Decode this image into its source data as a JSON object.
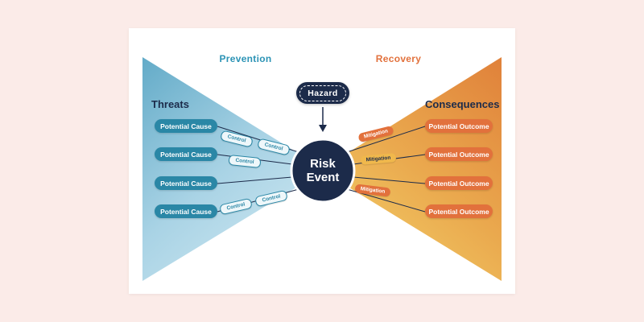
{
  "colors": {
    "background": "#fbebe8",
    "card": "#ffffff",
    "navy": "#1c2b4a",
    "teal": "#2a87a6",
    "wing_blue_start": "#63abc8",
    "wing_blue_end": "#cde7f1",
    "orange": "#e2713c",
    "yellow": "#f0b84c",
    "wing_orange_start": "#e0813a",
    "wing_orange_end": "#f2cc66"
  },
  "diagram": {
    "prevention_label": "Prevention",
    "recovery_label": "Recovery",
    "threats_heading": "Threats",
    "consequences_heading": "Consequences",
    "hazard": {
      "label": "Hazard"
    },
    "risk_event": {
      "line1": "Risk",
      "line2": "Event"
    },
    "causes": [
      {
        "label": "Potential Cause"
      },
      {
        "label": "Potential Cause"
      },
      {
        "label": "Potential Cause"
      },
      {
        "label": "Potential Cause"
      }
    ],
    "controls": [
      {
        "label": "Control"
      },
      {
        "label": "Control"
      },
      {
        "label": "Control"
      },
      {
        "label": "Control"
      },
      {
        "label": "Control"
      }
    ],
    "mitigations": [
      {
        "label": "Mitigation",
        "variant": "orange"
      },
      {
        "label": "Mitigation",
        "variant": "yellow"
      },
      {
        "label": "Mitigation",
        "variant": "orange"
      }
    ],
    "outcomes": [
      {
        "label": "Potential Outcome"
      },
      {
        "label": "Potential Outcome"
      },
      {
        "label": "Potential Outcome"
      },
      {
        "label": "Potential Outcome"
      }
    ]
  }
}
